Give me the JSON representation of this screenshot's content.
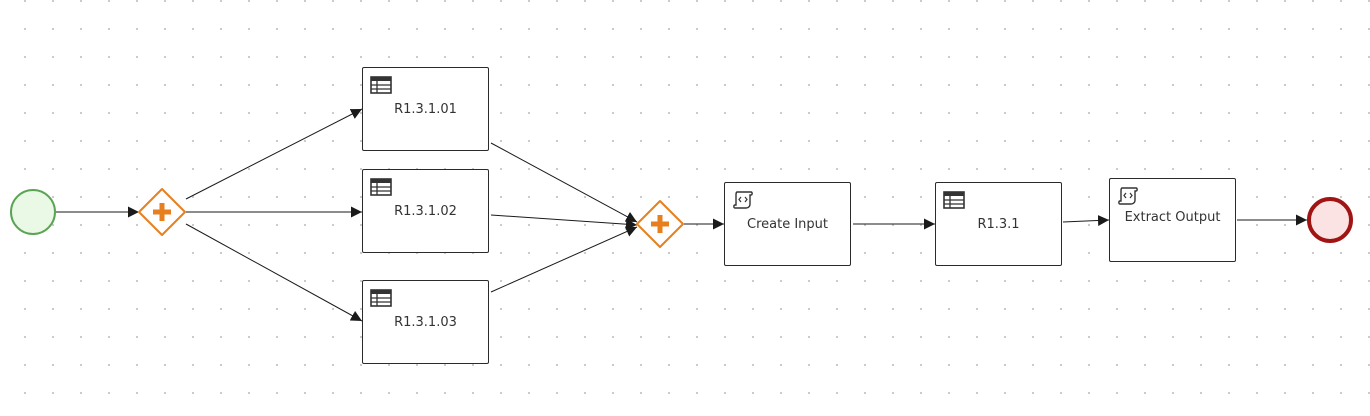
{
  "diagram": {
    "tasks": [
      {
        "id": "r13101",
        "label": "R1.3.1.01",
        "icon": "decision-table-icon"
      },
      {
        "id": "r13102",
        "label": "R1.3.1.02",
        "icon": "decision-table-icon"
      },
      {
        "id": "r13103",
        "label": "R1.3.1.03",
        "icon": "decision-table-icon"
      },
      {
        "id": "create_input",
        "label": "Create Input",
        "icon": "script-icon"
      },
      {
        "id": "r131",
        "label": "R1.3.1",
        "icon": "decision-table-icon"
      },
      {
        "id": "extract_output",
        "label": "Extract Output",
        "icon": "script-icon"
      }
    ],
    "gateways": [
      {
        "id": "split_gateway",
        "type": "parallel"
      },
      {
        "id": "join_gateway",
        "type": "parallel"
      }
    ],
    "events": [
      {
        "id": "start",
        "type": "start"
      },
      {
        "id": "end",
        "type": "end"
      }
    ],
    "colors": {
      "start_stroke": "#5aa454",
      "start_fill": "#eaf8e6",
      "end_stroke": "#a01414",
      "end_fill": "#fbe3e3",
      "gateway_stroke": "#e87f1f",
      "gateway_fill": "#ffffff",
      "gateway_marker": "#e87f1f",
      "edge": "#1a1a1a"
    }
  }
}
